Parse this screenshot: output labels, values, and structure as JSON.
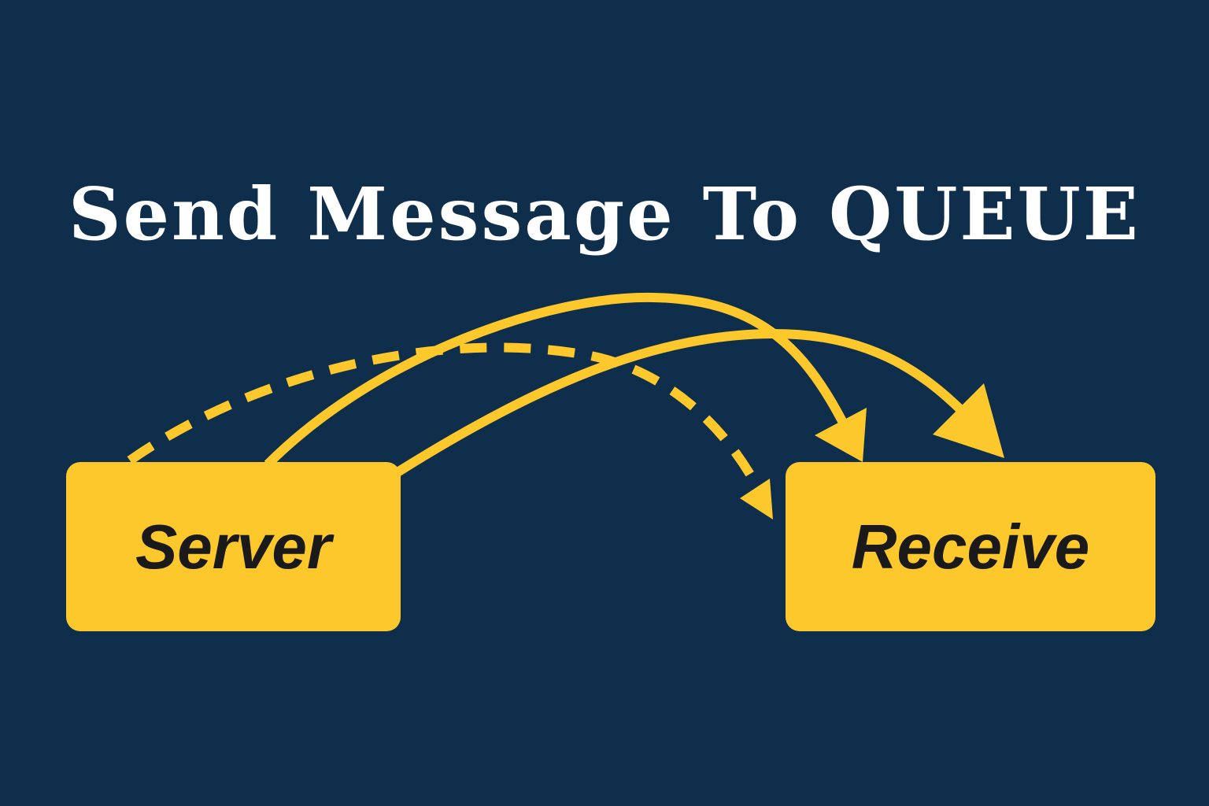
{
  "title": "Send Message To QUEUE",
  "nodes": {
    "source": {
      "label": "Server"
    },
    "target": {
      "label": "Receive"
    }
  },
  "edges": [
    {
      "id": "dashed-arc",
      "from": "Server",
      "to": "Receive",
      "style": "dashed"
    },
    {
      "id": "high-arc",
      "from": "Server",
      "to": "Receive",
      "style": "solid"
    },
    {
      "id": "low-arc",
      "from": "Server",
      "to": "Receive",
      "style": "solid"
    }
  ],
  "colors": {
    "background": "#0f2e4b",
    "accent": "#fdc82b",
    "title": "#ffffff",
    "label": "#1a1a1a"
  }
}
